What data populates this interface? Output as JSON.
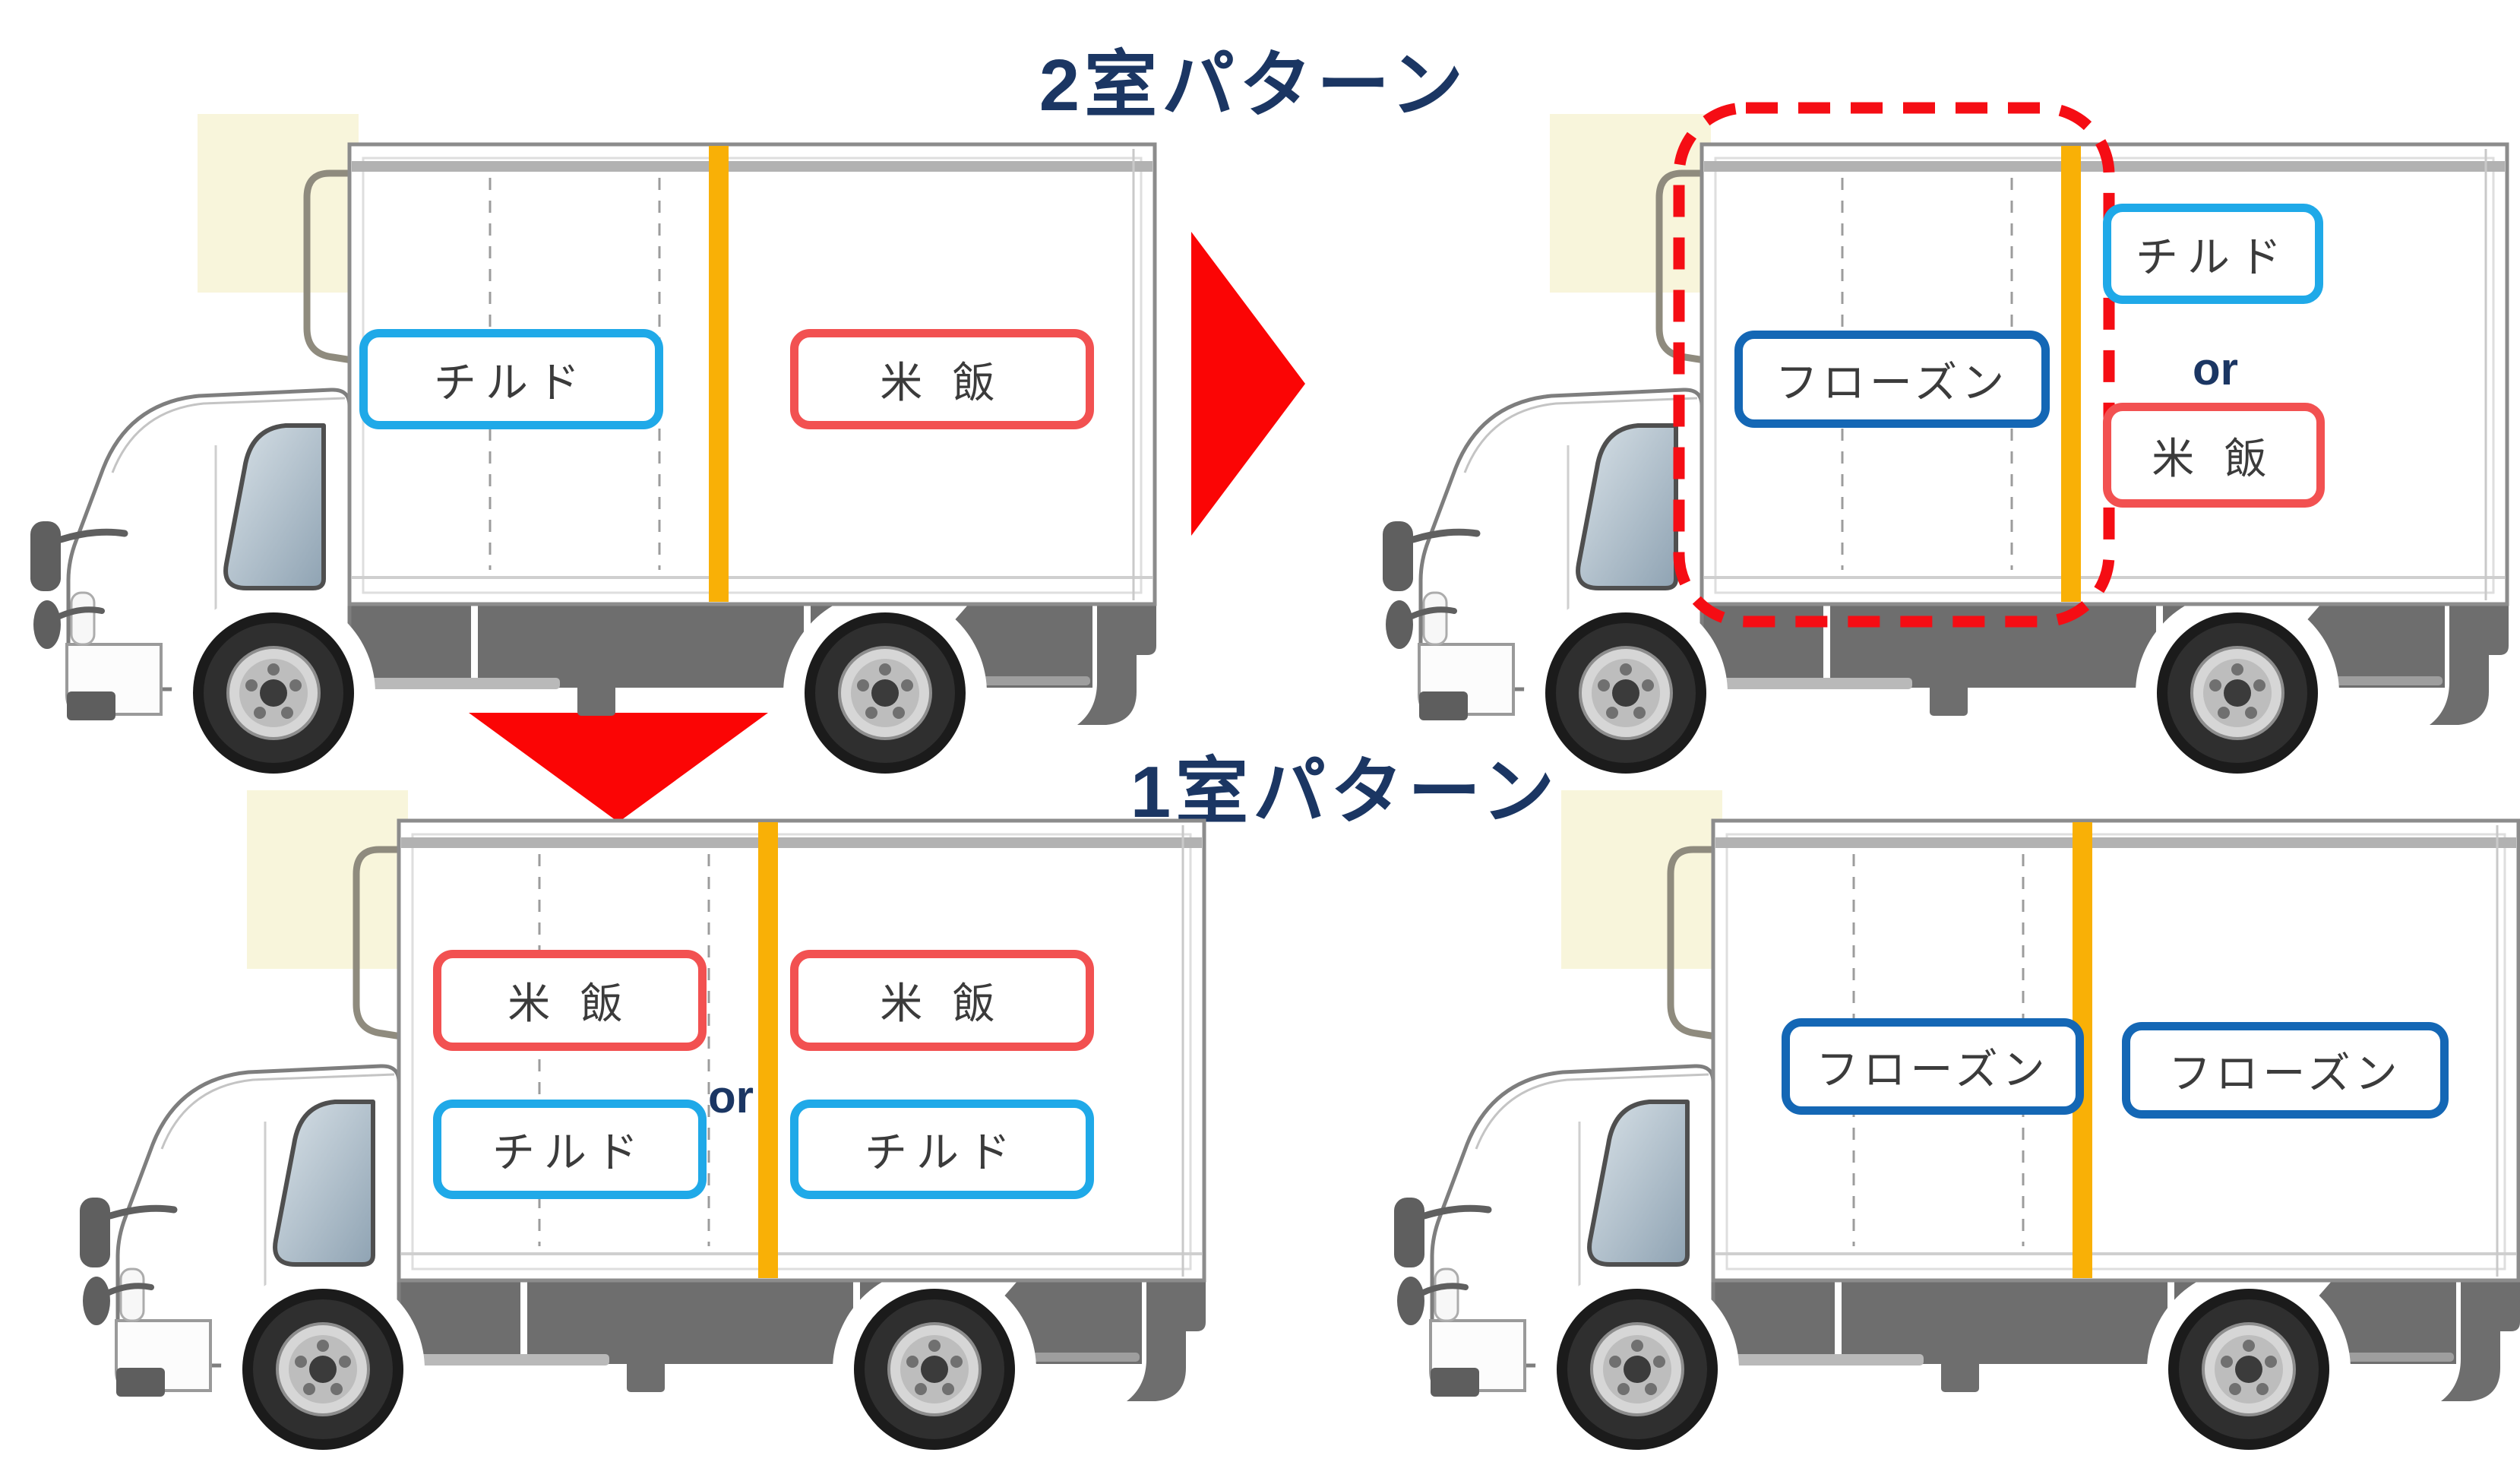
{
  "diagram": {
    "titles": {
      "two_room": "2室パターン",
      "one_room": "1室パターン"
    }
  },
  "trucks": {
    "top_left": {
      "front_compartment": "チルド",
      "rear_compartment": "米 飯"
    },
    "top_right": {
      "front_compartment": "フローズン",
      "rear_option_1": "チルド",
      "or": "or",
      "rear_option_2": "米 飯"
    },
    "bottom_left": {
      "front_option_1": "米 飯",
      "front_option_2": "チルド",
      "or": "or",
      "rear_option_1": "米 飯",
      "rear_option_2": "チルド"
    },
    "bottom_right": {
      "front_compartment": "フローズン",
      "rear_compartment": "フローズン"
    }
  },
  "colors": {
    "chilled_border": "#1FA9E8",
    "frozen_border": "#1467B5",
    "rice_border": "#F25151",
    "divider": "#F9B006",
    "arrow": "#FB0505",
    "dashed_highlight": "#F50D14",
    "title_text": "#1B3663",
    "label_text": "#3B3B3B"
  }
}
